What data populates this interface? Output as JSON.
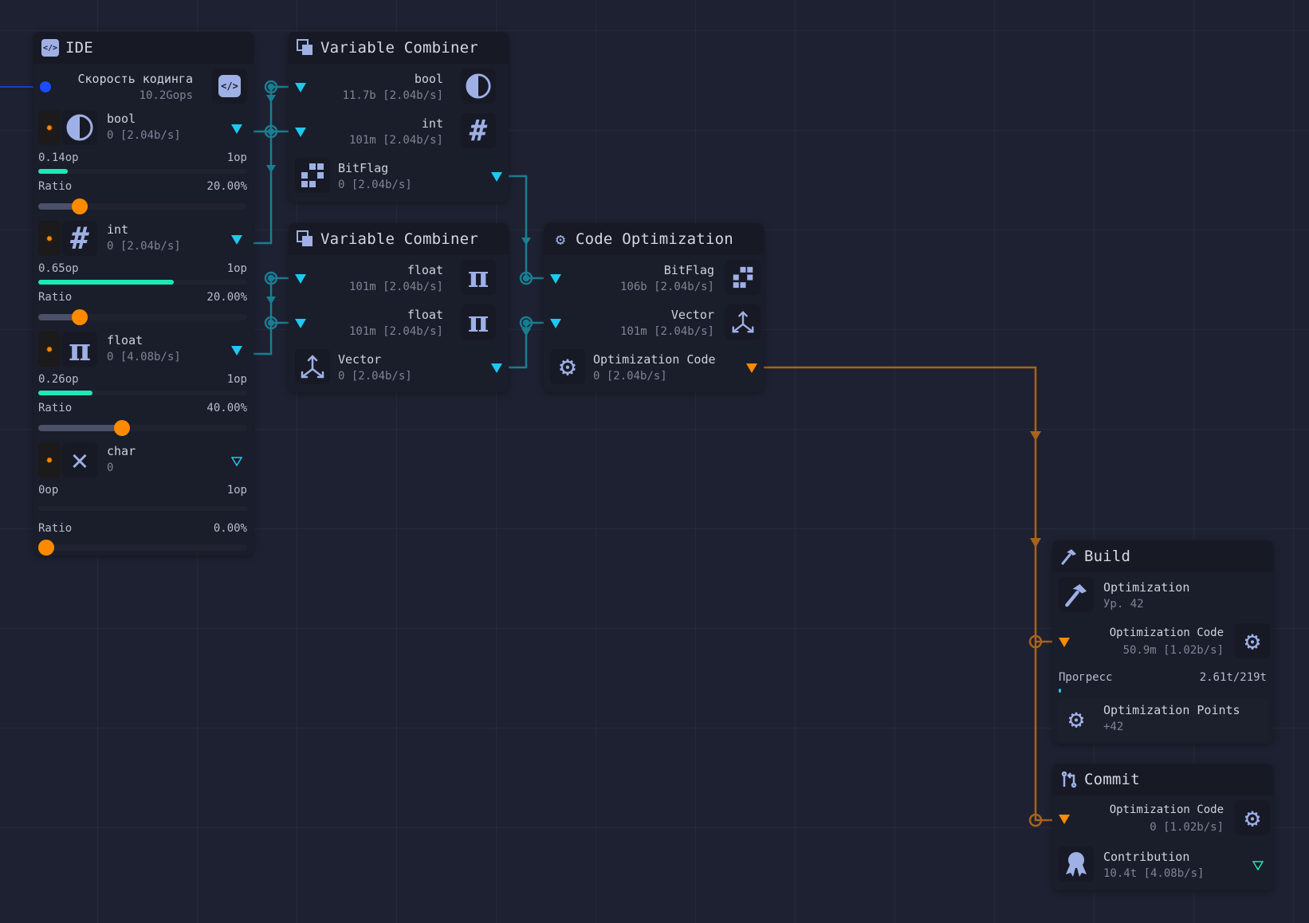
{
  "colors": {
    "background": "#1e2131",
    "node": "#1a1d2a",
    "accent_cyan": "#1ec8f0",
    "accent_orange": "#ff8a00",
    "progress_green": "#1de9b6",
    "icon_blue": "#9fb0e6",
    "source_blue": "#1a4dff"
  },
  "ide": {
    "title": "IDE",
    "title_icon": "code-icon",
    "output": {
      "label": "Скорость кодинга",
      "value": "10.2Gops",
      "icon": "code-icon"
    },
    "variables": [
      {
        "name": "bool",
        "value": "0 [2.04b/s]",
        "icon": "half-circle-icon",
        "progress_label": "0.14op",
        "progress_max": "1op",
        "progress": 0.14,
        "ratio_label": "Ratio",
        "ratio_value": "20.00%",
        "ratio": 0.2
      },
      {
        "name": "int",
        "value": "0 [2.04b/s]",
        "icon": "hash-icon",
        "progress_label": "0.65op",
        "progress_max": "1op",
        "progress": 0.65,
        "ratio_label": "Ratio",
        "ratio_value": "20.00%",
        "ratio": 0.2
      },
      {
        "name": "float",
        "value": "0 [4.08b/s]",
        "icon": "pi-icon",
        "progress_label": "0.26op",
        "progress_max": "1op",
        "progress": 0.26,
        "ratio_label": "Ratio",
        "ratio_value": "40.00%",
        "ratio": 0.4
      },
      {
        "name": "char",
        "value": "0",
        "icon": "char-x-icon",
        "progress_label": "0op",
        "progress_max": "1op",
        "progress": 0.0,
        "ratio_label": "Ratio",
        "ratio_value": "0.00%",
        "ratio": 0.0
      }
    ]
  },
  "combiner1": {
    "title": "Variable Combiner",
    "inputs": [
      {
        "name": "bool",
        "value": "11.7b [2.04b/s]",
        "icon": "half-circle-icon"
      },
      {
        "name": "int",
        "value": "101m [2.04b/s]",
        "icon": "hash-icon"
      }
    ],
    "output": {
      "name": "BitFlag",
      "value": "0 [2.04b/s]",
      "icon": "bitflag-icon"
    }
  },
  "combiner2": {
    "title": "Variable Combiner",
    "inputs": [
      {
        "name": "float",
        "value": "101m [2.04b/s]",
        "icon": "pi-icon"
      },
      {
        "name": "float",
        "value": "101m [2.04b/s]",
        "icon": "pi-icon"
      }
    ],
    "output": {
      "name": "Vector",
      "value": "0 [2.04b/s]",
      "icon": "vector-icon"
    }
  },
  "code_opt": {
    "title": "Code Optimization",
    "inputs": [
      {
        "name": "BitFlag",
        "value": "106b [2.04b/s]",
        "icon": "bitflag-icon"
      },
      {
        "name": "Vector",
        "value": "101m [2.04b/s]",
        "icon": "vector-icon"
      }
    ],
    "output": {
      "name": "Optimization Code",
      "value": "0 [2.04b/s]",
      "icon": "wrench-gear-icon"
    }
  },
  "build": {
    "title": "Build",
    "upgrade": {
      "name": "Optimization",
      "level": "Ур. 42"
    },
    "input": {
      "name": "Optimization Code",
      "value": "50.9m [1.02b/s]"
    },
    "progress_label": "Прогресс",
    "progress_value": "2.61t/219t",
    "progress": 0.012,
    "reward": {
      "name": "Optimization Points",
      "value": "+42"
    }
  },
  "commit": {
    "title": "Commit",
    "input": {
      "name": "Optimization Code",
      "value": "0 [1.02b/s]"
    },
    "output": {
      "name": "Contribution",
      "value": "10.4t [4.08b/s]"
    }
  }
}
